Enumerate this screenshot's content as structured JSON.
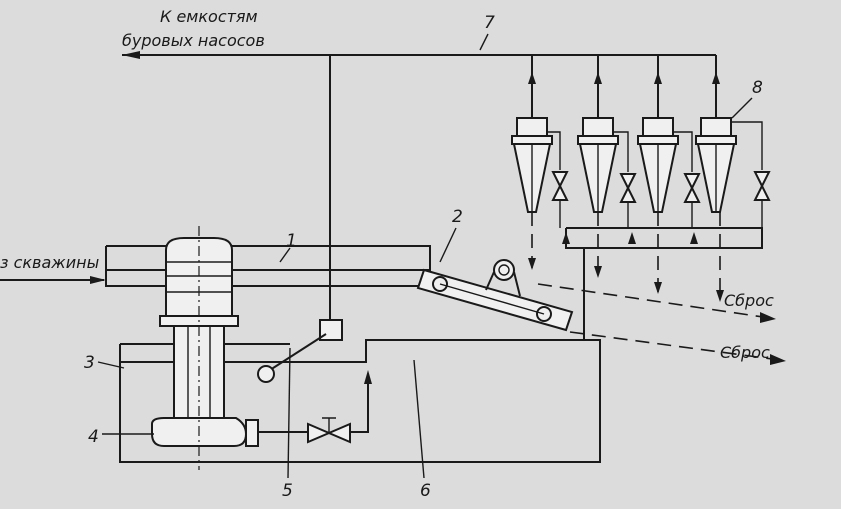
{
  "labels": {
    "top_line1": "К емкостям",
    "top_line2": "буровых насосов",
    "inlet": "з скважины",
    "discharge_upper": "Сброс",
    "discharge_lower": "Сброс"
  },
  "callouts": [
    "1",
    "2",
    "3",
    "4",
    "5",
    "6",
    "7",
    "8"
  ]
}
